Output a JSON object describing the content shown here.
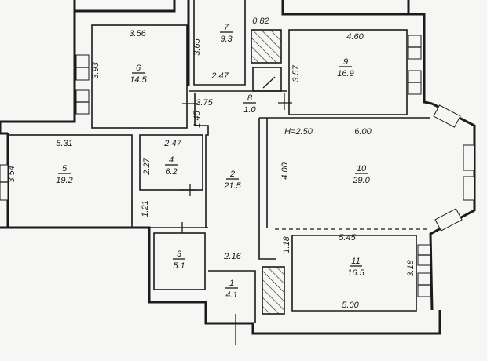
{
  "rooms": [
    {
      "id": "1",
      "area": "4.1"
    },
    {
      "id": "2",
      "area": "21.5"
    },
    {
      "id": "3",
      "area": "5.1"
    },
    {
      "id": "4",
      "area": "6.2"
    },
    {
      "id": "5",
      "area": "19.2"
    },
    {
      "id": "6",
      "area": "14.5"
    },
    {
      "id": "7",
      "area": "9.3"
    },
    {
      "id": "8",
      "area": "1.0"
    },
    {
      "id": "9",
      "area": "16.9"
    },
    {
      "id": "10",
      "area": "29.0"
    },
    {
      "id": "11",
      "area": "16.5"
    }
  ],
  "dimensions": {
    "room6_width": "3.56",
    "room6_height": "3.93",
    "room7_height": "3.65",
    "shaft_width": "0.82",
    "room9_width": "4.60",
    "room9_height": "3.57",
    "room7_width": "2.47",
    "room8_width": "3.75",
    "corridor_gap": "1.45",
    "room5_width": "5.31",
    "room5_height": "3.54",
    "room4_width": "2.47",
    "room4_height": "2.27",
    "ceiling_height": "H=2.50",
    "room10_width": "6.00",
    "room10_height": "4.00",
    "hall_gap": "1.21",
    "room11_height_left": "1.18",
    "room11_width_top": "5.45",
    "room11_height_right": "3.18",
    "room1_width": "2.16",
    "room11_width_bottom": "5.00"
  }
}
